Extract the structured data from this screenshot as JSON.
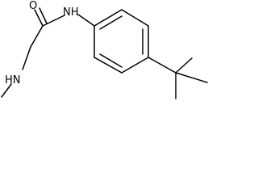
{
  "structure": {
    "atoms": {
      "oxygen": "O",
      "amide_nitrogen": "NH",
      "amine_nitrogen": "HN"
    },
    "colors": {
      "bond": "#000000",
      "text": "#000000",
      "background": "#ffffff"
    }
  }
}
